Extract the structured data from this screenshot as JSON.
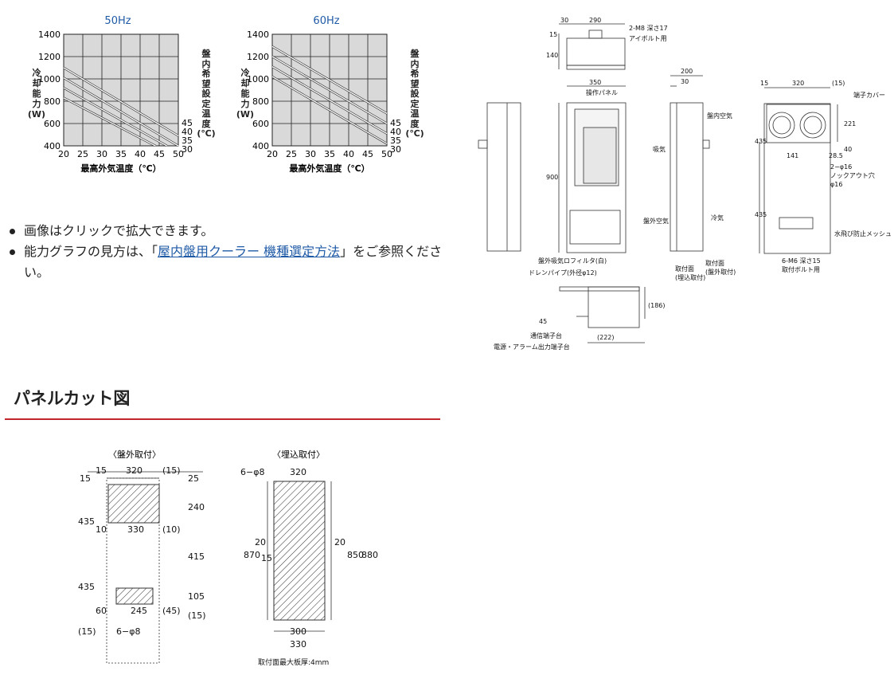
{
  "charts": [
    {
      "title": "50Hz",
      "ylabel": "冷\n却\n能\n力\n(W)",
      "xlabel": "最高外気温度（℃）",
      "right_label": "盤\n内\n希\n望\n設\n定\n温\n度\n(℃)",
      "yticks": [
        "1400",
        "1200",
        "1000",
        "800",
        "600",
        "400"
      ],
      "xticks": [
        "20",
        "25",
        "30",
        "35",
        "40",
        "45",
        "50"
      ],
      "series_labels": [
        "45",
        "40",
        "35",
        "30"
      ]
    },
    {
      "title": "60Hz",
      "ylabel": "冷\n却\n能\n力\n(W)",
      "xlabel": "最高外気温度（℃）",
      "right_label": "盤\n内\n希\n望\n設\n定\n温\n度\n(℃)",
      "yticks": [
        "1400",
        "1200",
        "1000",
        "800",
        "600",
        "400"
      ],
      "xticks": [
        "20",
        "25",
        "30",
        "35",
        "40",
        "45",
        "50"
      ],
      "series_labels": [
        "45",
        "40",
        "35",
        "30"
      ]
    }
  ],
  "chart_data": [
    {
      "type": "line",
      "title": "50Hz",
      "xlabel": "最高外気温度（℃）",
      "ylabel": "冷却能力(W)",
      "xlim": [
        20,
        50
      ],
      "ylim": [
        400,
        1400
      ],
      "grid": true,
      "series": [
        {
          "name": "45",
          "x": [
            20,
            50
          ],
          "values": [
            1100,
            490
          ]
        },
        {
          "name": "40",
          "x": [
            20,
            50
          ],
          "values": [
            1010,
            400
          ]
        },
        {
          "name": "35",
          "x": [
            20,
            47
          ],
          "values": [
            920,
            400
          ]
        },
        {
          "name": "30",
          "x": [
            20,
            44
          ],
          "values": [
            830,
            400
          ]
        }
      ]
    },
    {
      "type": "line",
      "title": "60Hz",
      "xlabel": "最高外気温度（℃）",
      "ylabel": "冷却能力(W)",
      "xlim": [
        20,
        50
      ],
      "ylim": [
        400,
        1400
      ],
      "grid": true,
      "series": [
        {
          "name": "45",
          "x": [
            20,
            50
          ],
          "values": [
            1290,
            690
          ]
        },
        {
          "name": "40",
          "x": [
            20,
            50
          ],
          "values": [
            1200,
            600
          ]
        },
        {
          "name": "35",
          "x": [
            20,
            50
          ],
          "values": [
            1110,
            510
          ]
        },
        {
          "name": "30",
          "x": [
            20,
            50
          ],
          "values": [
            1020,
            420
          ]
        }
      ]
    }
  ],
  "bullets": {
    "item1": "画像はクリックで拡大できます。",
    "item2_before": "能力グラフの見方は、「",
    "item2_link": "屋内盤用クーラー 機種選定方法",
    "item2_after": "」をご参照ください。"
  },
  "section": {
    "title": "パネルカット図"
  },
  "drawing": {
    "d_30": "30",
    "d_290": "290",
    "d_m8": "2-M8 深さ17",
    "d_eyebolt": "アイボルト用",
    "d_15": "15",
    "d_140": "140",
    "d_200": "200",
    "d_350": "350",
    "d_op_panel": "操作パネル",
    "d_900": "900",
    "d_inner_air": "盤内空気",
    "d_intake": "吸気",
    "d_outer_air": "盤外空気",
    "d_cool_air": "冷気",
    "d_filter": "盤外吸気ロフィルタ(白)",
    "d_drain": "ドレンパイプ(外径φ12)",
    "d_mount_embed": "取付面\n(埋込取付)",
    "d_mount_out": "取付面\n(盤外取付)",
    "d_186": "(186)",
    "d_45": "45",
    "d_222": "(222)",
    "d_comm": "通信端子台",
    "d_power": "電源・アラーム出力端子台",
    "d_320": "320",
    "d_p15": "(15)",
    "d_term_cover": "端子カバー",
    "d_221": "221",
    "d_435": "435",
    "d_141": "141",
    "d_285": "28.5",
    "d_40": "40",
    "d_knock": "2-φ16\nノックアウト穴\nφ16",
    "d_mesh": "水飛び防止メッシュ",
    "d_m6": "6-M6 深さ15",
    "d_bolt": "取付ボルト用"
  },
  "panelcut": {
    "outside_title": "〈盤外取付〉",
    "embed_title": "〈埋込取付〉",
    "o_15a": "15",
    "o_320": "320",
    "o_p15": "(15)",
    "o_25": "25",
    "o_15b": "15",
    "o_240": "240",
    "o_435a": "435",
    "o_10": "10",
    "o_330": "330",
    "o_p10": "(10)",
    "o_415": "415",
    "o_435b": "435",
    "o_105": "105",
    "o_60": "60",
    "o_245": "245",
    "o_p45": "(45)",
    "o_p15b": "(15)",
    "o_p15c": "(15)",
    "o_holes": "6−φ8",
    "e_holes": "6−φ8",
    "e_320": "320",
    "e_870": "870",
    "e_20a": "20",
    "e_15": "15",
    "e_20b": "20",
    "e_850": "850",
    "e_880": "880",
    "e_300": "300",
    "e_330": "330",
    "thickness": "取付面最大板厚:4mm"
  }
}
